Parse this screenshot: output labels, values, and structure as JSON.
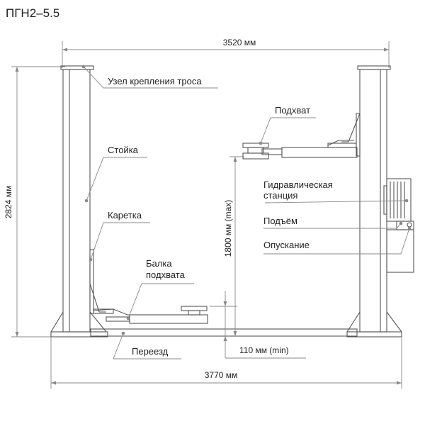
{
  "title": "ПГН2–5.5",
  "dimensions": {
    "top_width": "3520 мм",
    "bottom_width": "3770 мм",
    "height": "2824 мм",
    "lift_height": "1800 мм (max)",
    "min_height": "110 мм (min)"
  },
  "labels": {
    "cable_mount": "Узел крепления троса",
    "column": "Стойка",
    "carriage": "Каретка",
    "arm_line1": "Балка",
    "arm_line2": "подхвата",
    "ramp": "Переезд",
    "pickup": "Подхват",
    "hydraulic_line1": "Гидравлическая",
    "hydraulic_line2": "станция",
    "raise": "Подъём",
    "lower": "Опускание"
  },
  "colors": {
    "outline": "#555555",
    "dimension": "#888888",
    "text": "#222222"
  }
}
